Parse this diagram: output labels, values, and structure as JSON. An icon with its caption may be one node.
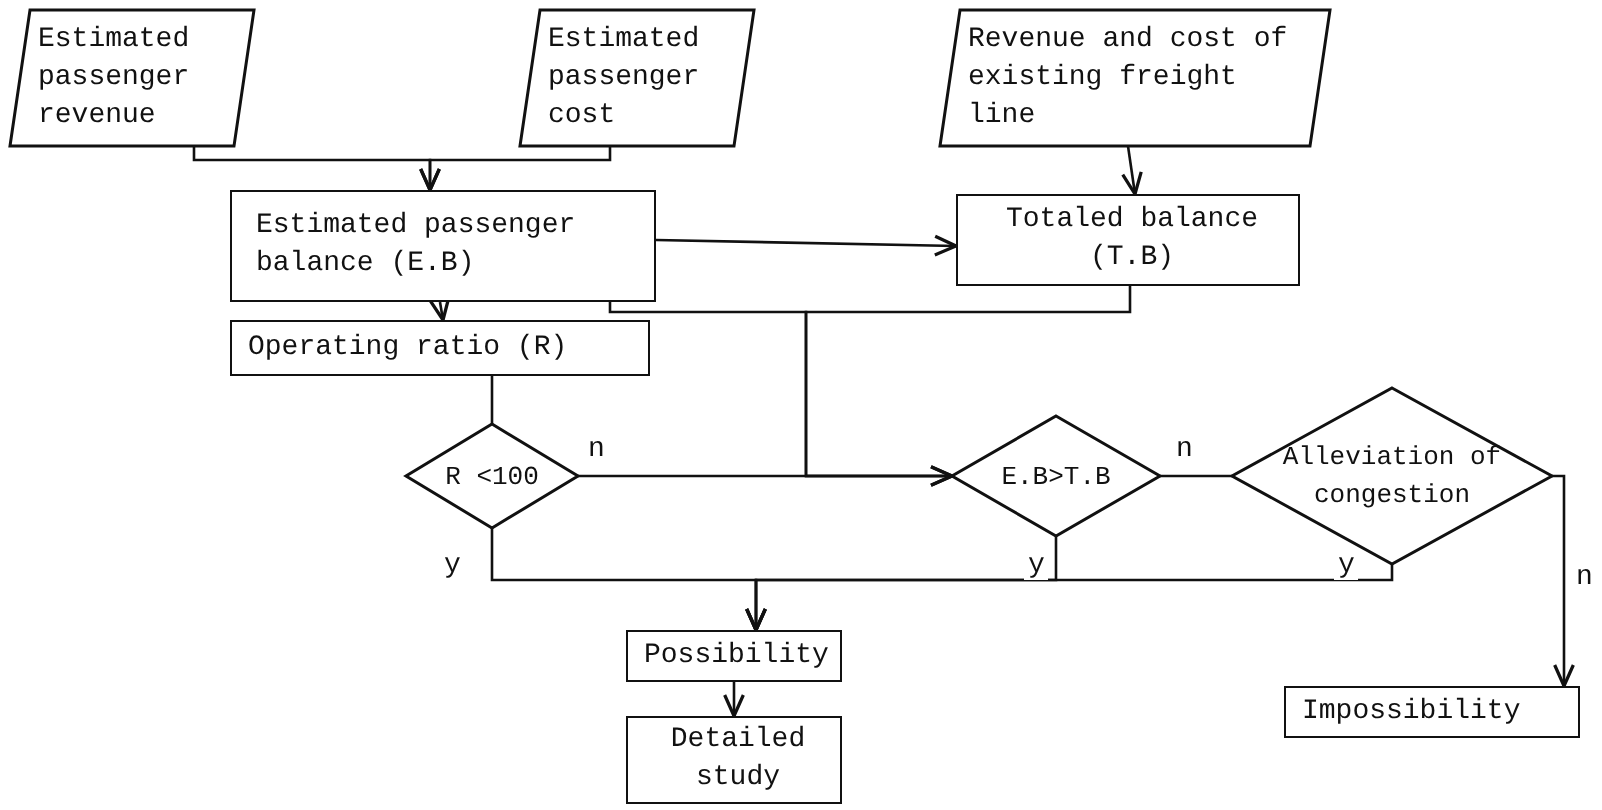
{
  "diagram": {
    "nodes": [
      {
        "text": [
          "Estimated passenger revenue"
        ]
      },
      {
        "text": [
          "Estimated passenger cost"
        ]
      },
      {
        "text": [
          "Revenue and cost of existing freight line"
        ]
      },
      {
        "text": [
          "Estimated passenger balance (E.B)"
        ]
      },
      {
        "text": [
          "Totaled balance (T.B)"
        ]
      },
      {
        "text": [
          "Operating ratio (R)"
        ]
      },
      {
        "text": [
          "R <100"
        ]
      },
      {
        "text": [
          "E.B>T.B"
        ]
      },
      {
        "text": [
          "Alleviation of congestion"
        ]
      },
      {
        "text": [
          "Possibility"
        ]
      },
      {
        "text": [
          "Detailed study"
        ]
      },
      {
        "text": [
          "Impossibility"
        ]
      }
    ],
    "edges": [
      {
        "from": 0,
        "to": 3,
        "arrow": "to"
      },
      {
        "from": 1,
        "to": 3,
        "arrow": "to"
      },
      {
        "from": 2,
        "to": 4,
        "arrow": "to"
      },
      {
        "from": 3,
        "to": 4,
        "arrow": "to"
      },
      {
        "from": 3,
        "to": 5,
        "arrow": "to"
      },
      {
        "from": 5,
        "to": 6,
        "arrow": "none"
      },
      {
        "from": 3,
        "to": 7,
        "arrow": "to"
      },
      {
        "from": 4,
        "to": 7,
        "arrow": "to"
      },
      {
        "from": 6,
        "to": 7,
        "label": "n",
        "arrow": "none"
      },
      {
        "from": 7,
        "to": 8,
        "label": "n",
        "arrow": "none"
      },
      {
        "from": 8,
        "to": 11,
        "label": "n",
        "arrow": "to"
      },
      {
        "from": 6,
        "to": 9,
        "label": "y",
        "arrow": "to"
      },
      {
        "from": 7,
        "to": 9,
        "label": "y",
        "arrow": "to"
      },
      {
        "from": 8,
        "to": 9,
        "label": "y",
        "arrow": "to"
      },
      {
        "from": 9,
        "to": 10,
        "arrow": "to"
      }
    ]
  }
}
